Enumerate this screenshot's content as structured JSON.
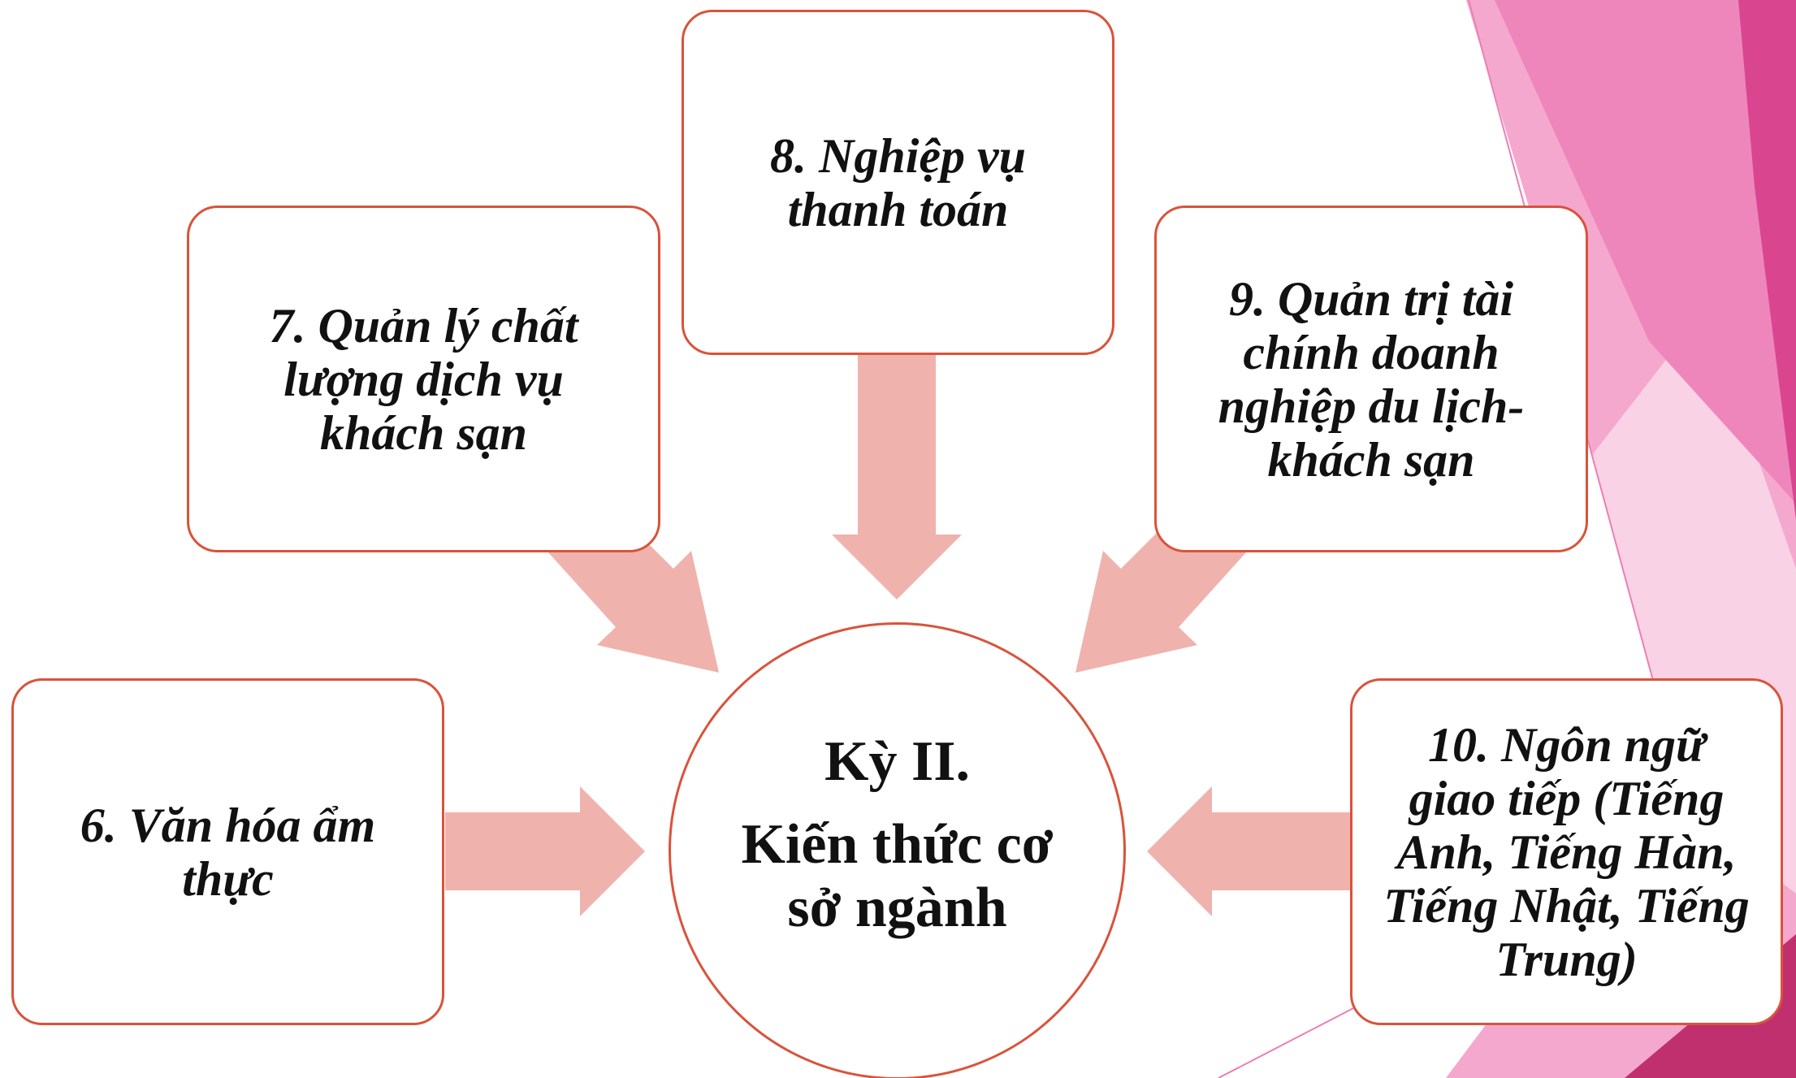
{
  "center": {
    "title": "Kỳ II.",
    "subtitle": "Kiến thức cơ sở ngành"
  },
  "courses": {
    "c6": "6. Văn hóa ẩm thực",
    "c7": "7. Quản lý chất lượng dịch vụ khách sạn",
    "c8": "8. Nghiệp vụ thanh toán",
    "c9": "9. Quản trị tài chính doanh nghiệp du lịch-khách sạn",
    "c10": "10. Ngôn ngữ giao tiếp (Tiếng Anh, Tiếng Hàn, Tiếng Nhật, Tiếng Trung)"
  },
  "colors": {
    "box_border": "#d9533b",
    "arrow_fill": "#f0b2ad",
    "accent_pink": "#e8559f",
    "accent_magenta": "#c0306f"
  }
}
